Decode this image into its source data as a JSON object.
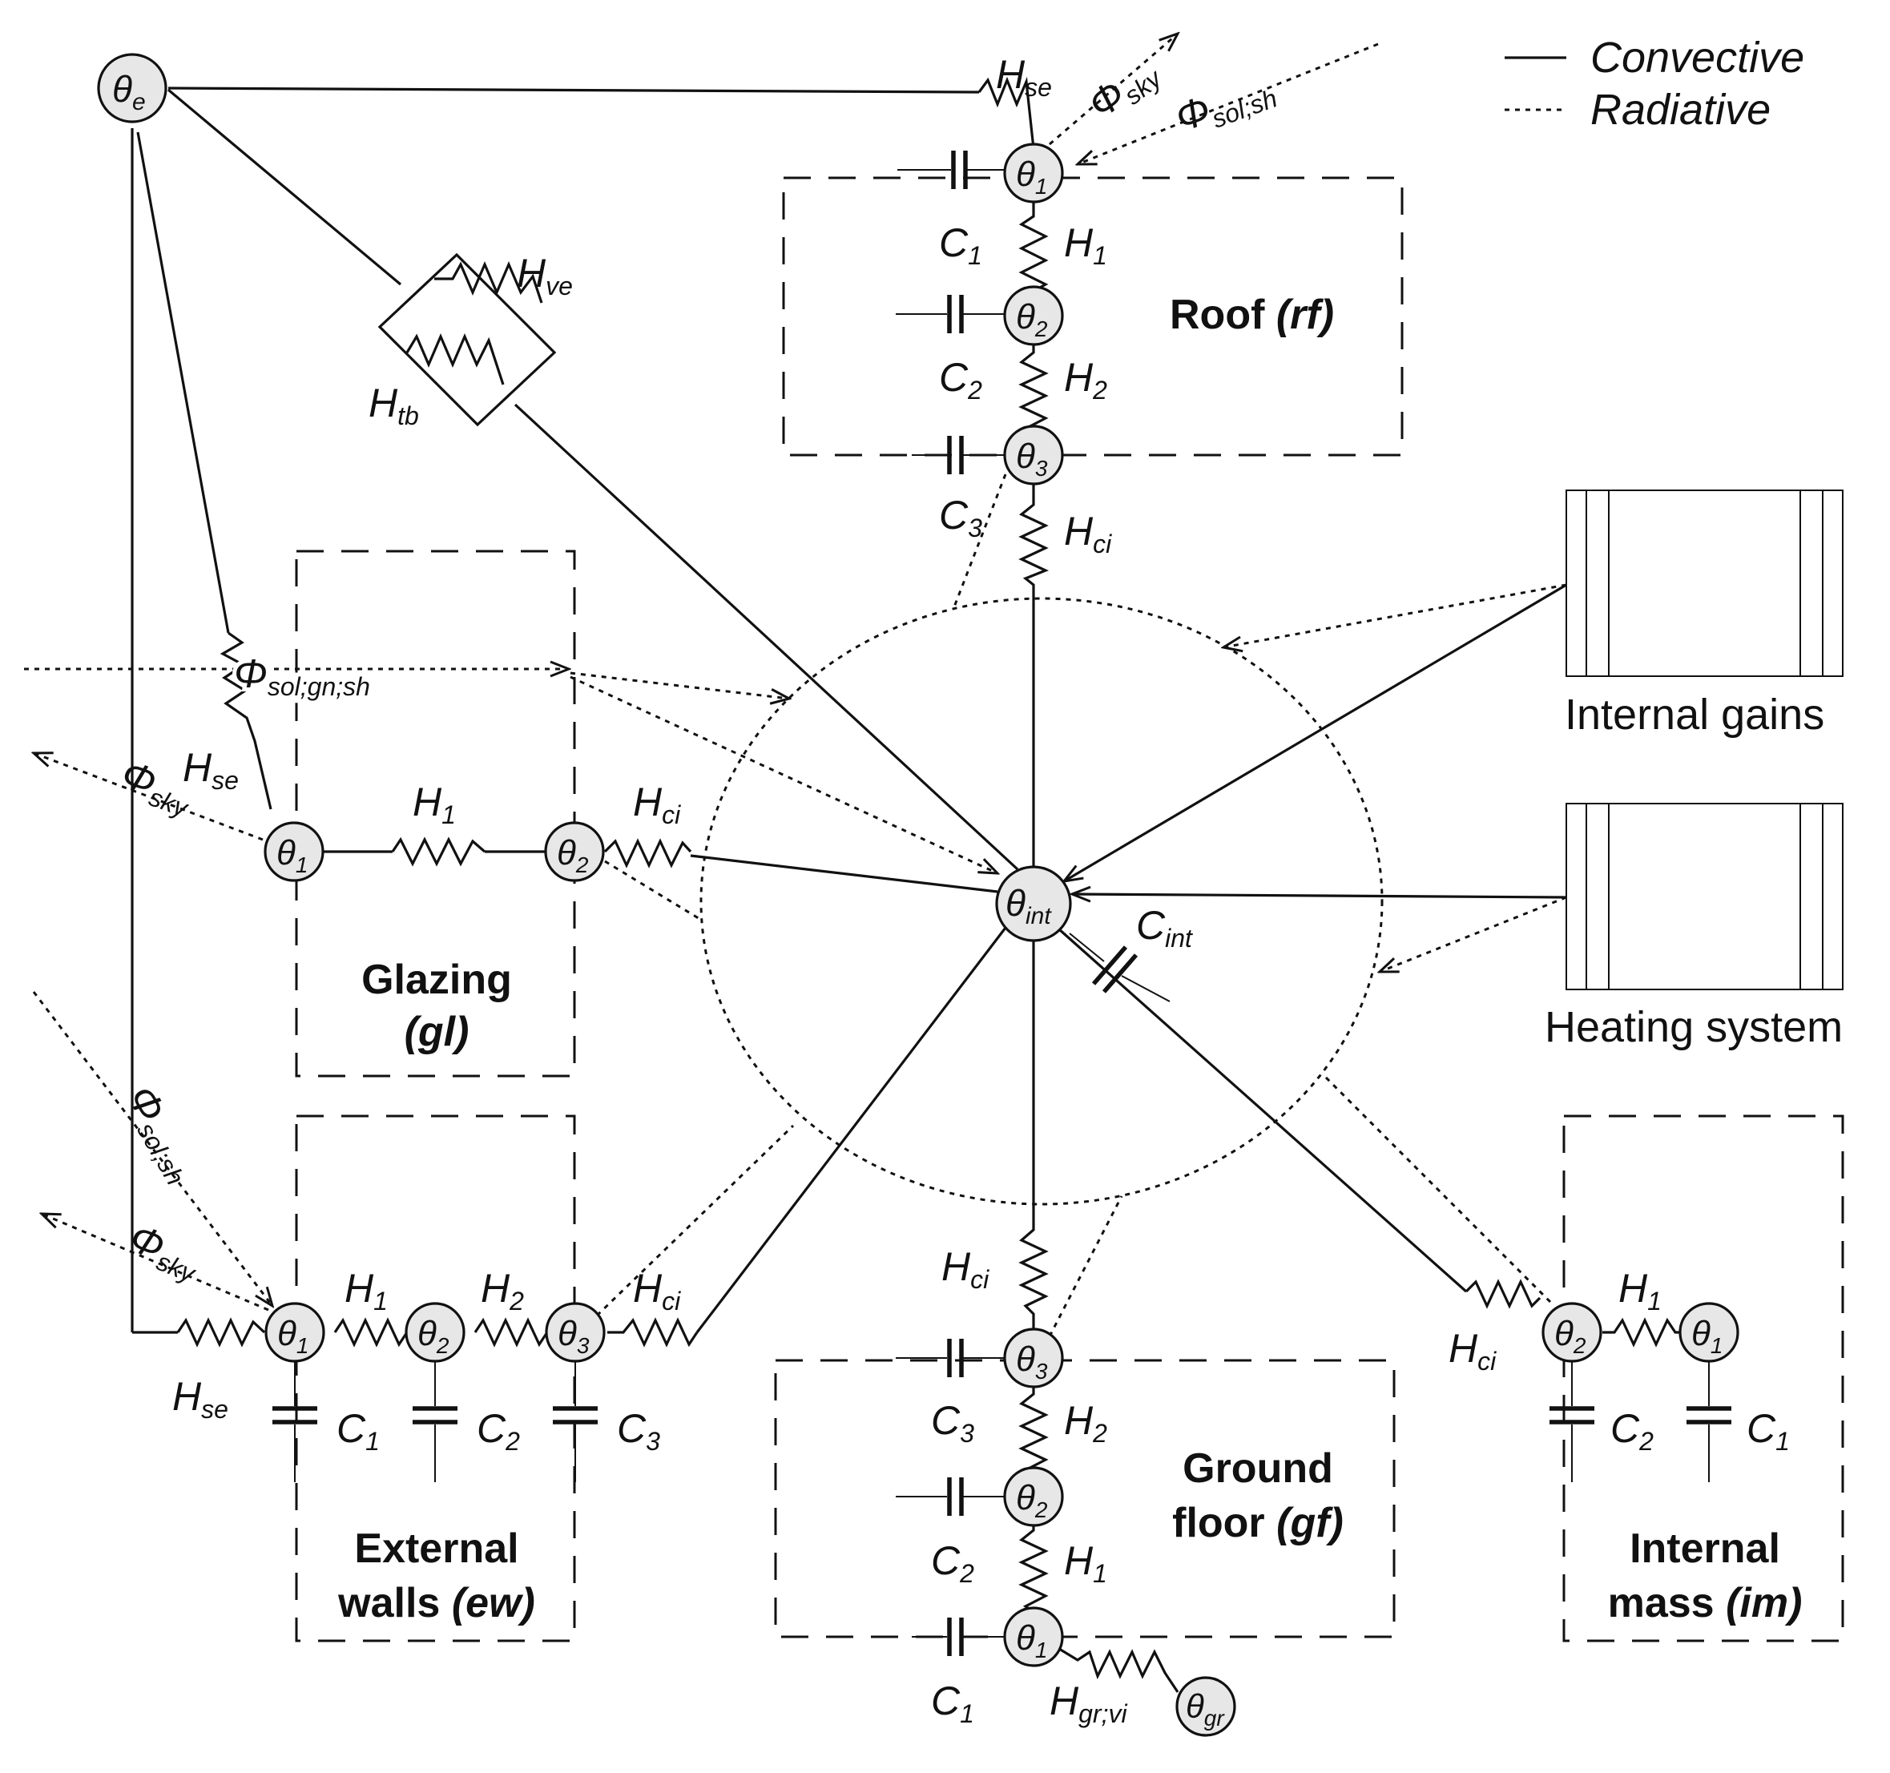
{
  "legend": {
    "convective": "Convective",
    "radiative": "Radiative"
  },
  "blocks": {
    "roof": [
      "Roof ",
      "(rf)"
    ],
    "glazing": [
      "Glazing",
      "(gl)"
    ],
    "external_walls": [
      "External",
      "walls ",
      "(ew)"
    ],
    "ground_floor": [
      "Ground",
      "floor ",
      "(gf)"
    ],
    "internal_mass": [
      "Internal",
      "mass ",
      "(im)"
    ]
  },
  "sources": {
    "internal_gains": "Internal gains",
    "heating_system": "Heating system"
  },
  "nodes": {
    "theta_e": [
      "θ",
      "e"
    ],
    "theta_int": [
      "θ",
      "int"
    ],
    "theta_gr": [
      "θ",
      "gr"
    ],
    "theta_1": [
      "θ",
      "1"
    ],
    "theta_2": [
      "θ",
      "2"
    ],
    "theta_3": [
      "θ",
      "3"
    ]
  },
  "symbols": {
    "H_se": [
      "H",
      "se"
    ],
    "H_ve": [
      "H",
      "ve"
    ],
    "H_tb": [
      "H",
      "tb"
    ],
    "H_ci": [
      "H",
      "ci"
    ],
    "H_1": [
      "H",
      "1"
    ],
    "H_2": [
      "H",
      "2"
    ],
    "H_gr_vi": [
      "H",
      "gr;vi"
    ],
    "C_1": [
      "C",
      "1"
    ],
    "C_2": [
      "C",
      "2"
    ],
    "C_3": [
      "C",
      "3"
    ],
    "C_int": [
      "C",
      "int"
    ],
    "phi_sky": [
      "Φ",
      "sky"
    ],
    "phi_sol_sh": [
      "Φ",
      "sol;sh"
    ],
    "phi_sol_gn_sh": [
      "Φ",
      "sol;gn;sh"
    ]
  }
}
